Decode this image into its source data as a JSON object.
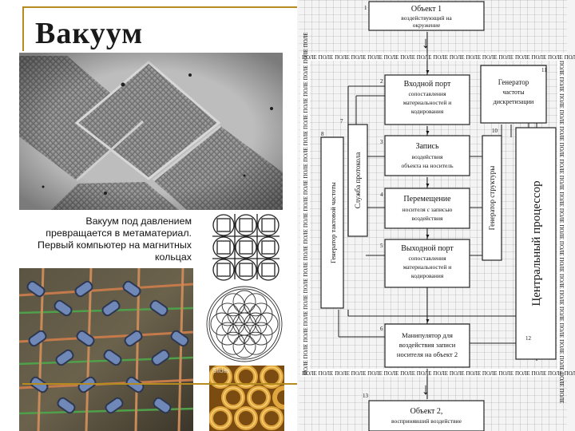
{
  "slide": {
    "title": "Вакуум"
  },
  "caption": {
    "lines": [
      "Вакуум под давлением",
      "превращается в метаматериал.",
      "Первый компьютер на магнитных",
      "кольцах"
    ]
  },
  "images": {
    "vacuum_photo": "vacuum-metamaterial-photo",
    "ferrite_photo": "ferrite-core-memory-photo",
    "grid_pattern": "ring-grid-pattern",
    "flower_pattern": "flower-of-life-pattern",
    "chain_photo": "gold-chainmail-photo",
    "chain_watermark": "Slides"
  },
  "diagram": {
    "field_text": "ПОЛЕ ПОЛЕ ПОЛЕ ПОЛЕ ПОЛЕ ПОЛЕ ПОЛЕ ПОЛЕ ПОЛЕ ПОЛЕ ПОЛЕ ПОЛЕ ПОЛЕ ПОЛЕ ПОЛЕ ПОЛЕ ПОЛЕ ПОЛЕ ПОЛЕ ПОЛЕ ПОЛЕ",
    "object1": {
      "num": "1",
      "title": "Объект 1",
      "sub1": "воздействующий на",
      "sub2": "окружение"
    },
    "input_port": {
      "num": "2",
      "title": "Входной порт",
      "sub1": "сопоставления",
      "sub2": "материальностей и",
      "sub3": "кодирования"
    },
    "frequency_generator": {
      "num": "11",
      "line1": "Генератор",
      "line2": "частоты",
      "line3": "дискретизации"
    },
    "write": {
      "num": "3",
      "title": "Запись",
      "sub1": "воздействия",
      "sub2": "объекта на носитель"
    },
    "move": {
      "num": "4",
      "title": "Перемещение",
      "sub1": "носителя с записью",
      "sub2": "воздействия"
    },
    "output_port": {
      "num": "5",
      "title": "Выходной порт",
      "sub1": "сопоставления",
      "sub2": "материальностей и",
      "sub3": "кодирования"
    },
    "manipulator": {
      "num": "6",
      "line1": "Манипулятор для",
      "line2": "воздействия записи",
      "line3": "носителя на объект 2"
    },
    "object2": {
      "num": "13",
      "title": "Объект 2,",
      "sub1": "воспринявший воздействие"
    },
    "clock_generator": {
      "num": "8",
      "label": "Генератор тактовой частоты"
    },
    "protocol_service": {
      "num": "7",
      "label": "Служба протокола"
    },
    "structure_generator": {
      "num": "10",
      "label": "Генератор структуры"
    },
    "cpu": {
      "num": "12",
      "label": "Центральный процессор"
    },
    "arrow_glyph": "↓",
    "small_arrow_glyph": "▼"
  }
}
